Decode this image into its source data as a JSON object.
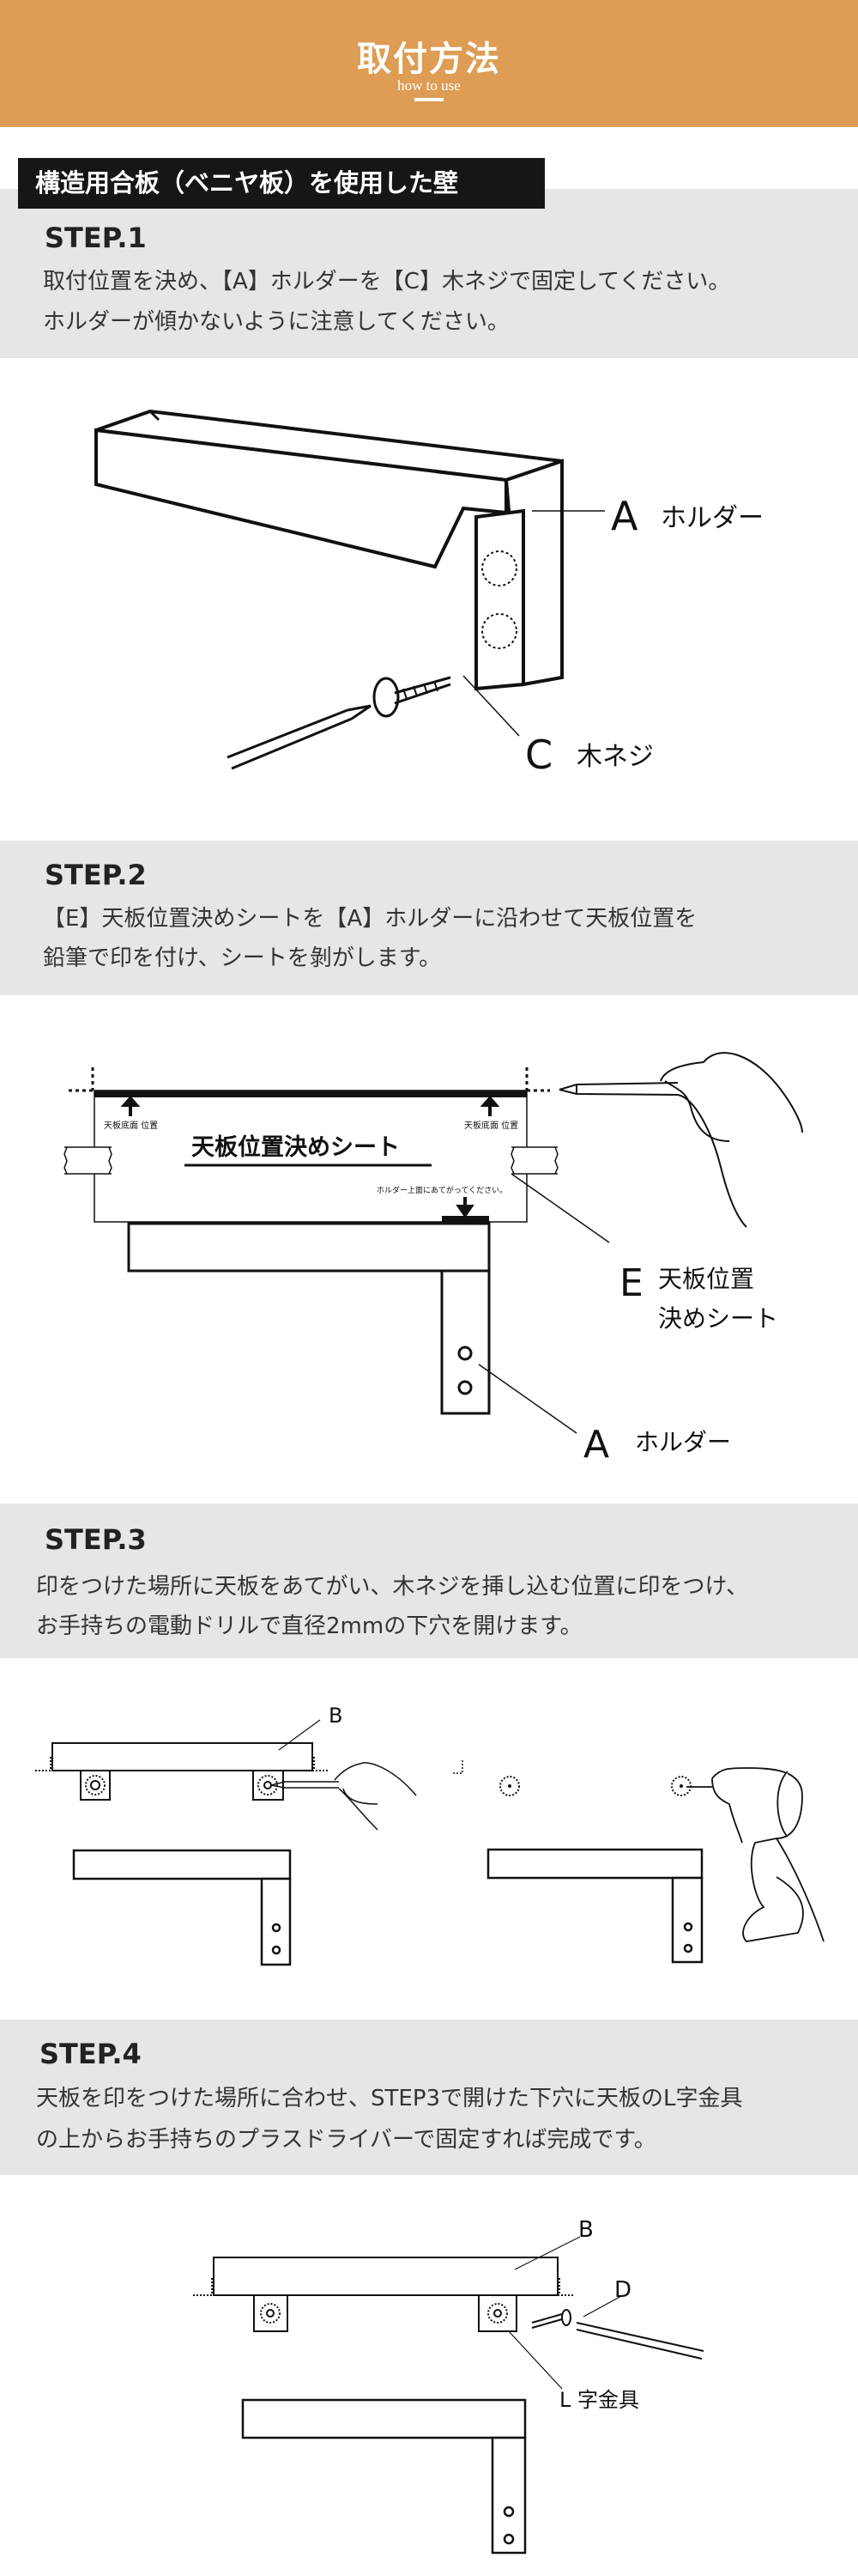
{
  "header": {
    "title": "取付方法",
    "subtitle": "how to use",
    "color": "#de9c55"
  },
  "section_label": "構造用合板（ベニヤ板）を使用した壁",
  "steps": [
    {
      "title": "STEP.1",
      "lines": [
        "取付位置を決め、【A】ホルダーを【C】木ネジで固定してください。",
        "ホルダーが傾かないように注意してください。"
      ]
    },
    {
      "title": "STEP.2",
      "lines": [
        "【E】天板位置決めシートを【A】ホルダーに沿わせて天板位置を",
        "鉛筆で印を付け、シートを剝がします。"
      ]
    },
    {
      "title": "STEP.3",
      "lines": [
        "印をつけた場所に天板をあてがい、木ネジを挿し込む位置に印をつけ、",
        "お手持ちの電動ドリルで直径2mmの下穴を開けます。"
      ]
    },
    {
      "title": "STEP.4",
      "lines": [
        "天板を印をつけた場所に合わせ、STEP3で開けた下穴に天板のL字金具",
        "の上からお手持ちのプラスドライバーで固定すれば完成です。"
      ]
    }
  ],
  "diagram1": {
    "a_letter": "A",
    "a_name": "ホルダー",
    "c_letter": "C",
    "c_name": "木ネジ"
  },
  "diagram2": {
    "sheet_title": "天板位置決めシート",
    "bottom_pos_left": "天板底面 位置",
    "bottom_pos_right": "天板底面 位置",
    "holder_note": "ホルダー上面にあてがってください。",
    "e_letter": "E",
    "e_name_1": "天板位置",
    "e_name_2": "決めシート",
    "a_letter": "A",
    "a_name": "ホルダー"
  },
  "diagram3": {
    "b_letter": "B"
  },
  "diagram4": {
    "b_letter": "B",
    "d_letter": "D",
    "l_name": "L 字金具"
  }
}
